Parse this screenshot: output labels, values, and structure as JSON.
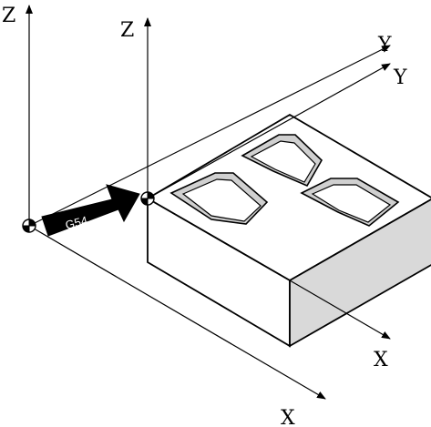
{
  "machine_axes": {
    "x_label": "X",
    "y_label": "Y",
    "z_label": "Z"
  },
  "workpiece_axes": {
    "x_label": "X",
    "y_label": "Y",
    "z_label": "Z"
  },
  "offset_arrow": {
    "label": "G54"
  },
  "colors": {
    "line": "#000000",
    "workpiece_top": "#ffffff",
    "workpiece_side": "#d9d9d9",
    "pocket_wall": "#d0d0d0",
    "arrow": "#000000"
  }
}
